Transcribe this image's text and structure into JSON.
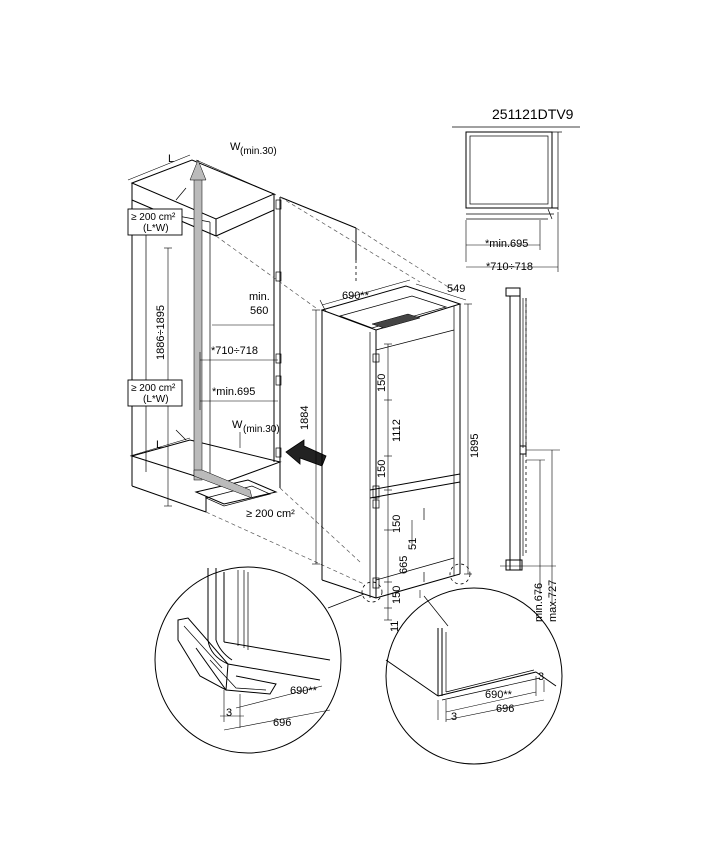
{
  "code": "251121DTV9",
  "labels": {
    "L_top": "L",
    "W_top": "W",
    "W_top_sub": "(min.30)",
    "vent_top_1": "≥ 200 cm²",
    "vent_top_2": "(L*W)",
    "vent_mid_1": "≥ 200 cm²",
    "vent_mid_2": "(L*W)",
    "L_bottom": "L",
    "W_bottom": "W",
    "W_bottom_sub": "(min.30)",
    "niche_height": "1886÷1895",
    "min_560": "min.",
    "min_560_b": "560",
    "range_710": "*710÷718",
    "min_695": "*min.695",
    "dim_1884": "1884",
    "vent_bottom": "≥ 200 cm²",
    "dim_690": "690**",
    "dim_549": "549",
    "dim_1895": "1895",
    "dim_150_a": "150",
    "dim_1112": "1112",
    "dim_150_b": "150",
    "dim_150_c": "150",
    "dim_51": "51",
    "dim_665": "665",
    "dim_150_d": "150",
    "dim_11": "11",
    "side_min": "min.676",
    "side_max": "max.727",
    "top_min695": "*min.695",
    "top_710": "*710÷718",
    "left_690": "690**",
    "left_3": "3",
    "left_696": "696",
    "right_690": "690**",
    "right_3a": "3",
    "right_3b": "3",
    "right_696": "696"
  }
}
